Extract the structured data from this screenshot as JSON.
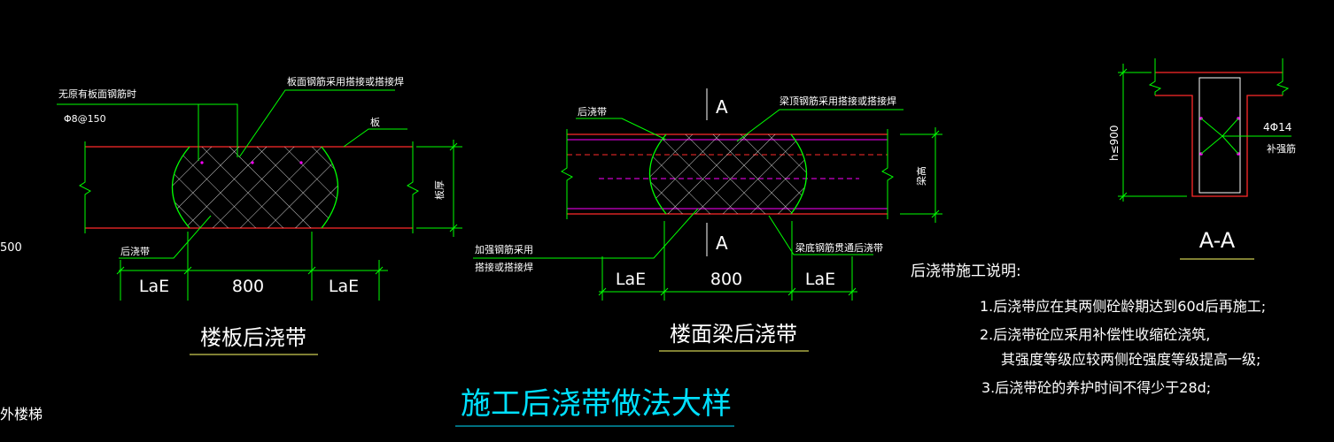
{
  "colors": {
    "background": "#000000",
    "slab_line": "#ff2a2a",
    "dim_line": "#00ff00",
    "hatch": "#ffffff",
    "rebar_dashed": "#ff00ff",
    "text": "#ffffff",
    "main_title": "#00e0ff",
    "underline_yellow": "#ffff66",
    "section_border": "#ff2a2a"
  },
  "edge_texts": {
    "left_number": "500",
    "left_bottom": "外楼梯"
  },
  "slab_detail": {
    "note_no_rebar": "无原有板面钢筋时",
    "rebar_spec": "Φ8@150",
    "note_top_rebar": "板面钢筋采用搭接或搭接焊",
    "label_slab": "板",
    "label_thickness": "板厚",
    "label_band": "后浇带",
    "dims": [
      "LaE",
      "800",
      "LaE"
    ],
    "title": "楼板后浇带"
  },
  "beam_detail": {
    "label_band": "后浇带",
    "section_mark_top": "A",
    "section_mark_bottom": "A",
    "note_top_rebar": "梁顶钢筋采用搭接或搭接焊",
    "label_height": "梁高",
    "note_extra_rebar_1": "加强钢筋采用",
    "note_extra_rebar_2": "搭接或搭接焊",
    "note_bottom_rebar": "梁底钢筋贯通后浇带",
    "dims": [
      "LaE",
      "800",
      "LaE"
    ],
    "title": "楼面梁后浇带"
  },
  "section_aa": {
    "height_label": "h≤900",
    "rebar_label": "4Φ14",
    "rebar_note": "补强筋",
    "title": "A-A"
  },
  "construction_notes": {
    "heading": "后浇带施工说明:",
    "items": [
      "1.后浇带应在其两侧砼龄期达到60d后再施工;",
      "2.后浇带砼应采用补偿性收缩砼浇筑,",
      "其强度等级应较两侧砼强度等级提高一级;",
      "3.后浇带砼的养护时间不得少于28d;"
    ]
  },
  "main_title": "施工后浇带做法大样"
}
